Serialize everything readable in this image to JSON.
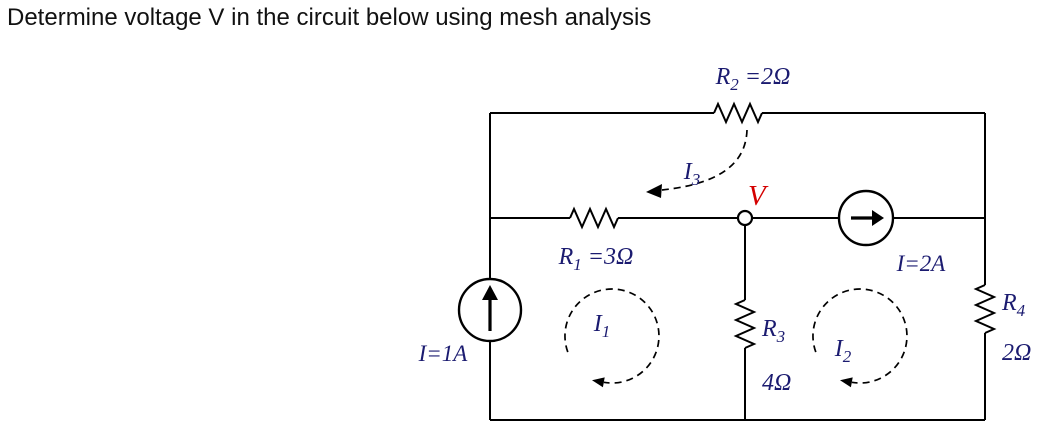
{
  "title": "Determine voltage V in the circuit below using mesh analysis",
  "colors": {
    "wire": "#000000",
    "label": "#1b1b70",
    "voltage": "#d40000"
  },
  "labels": {
    "r2": {
      "name": "R",
      "sub": "2",
      "eq": " =2Ω"
    },
    "r1": {
      "name": "R",
      "sub": "1",
      "eq": " =3Ω"
    },
    "r3": {
      "name": "R",
      "sub": "3"
    },
    "r3_value": "4Ω",
    "r4": {
      "name": "R",
      "sub": "4"
    },
    "r4_value": "2Ω",
    "i1": {
      "name": "I",
      "sub": "1"
    },
    "i2": {
      "name": "I",
      "sub": "2"
    },
    "i3": {
      "name": "I",
      "sub": "3"
    },
    "source_left": "I=1A",
    "source_right": "I=2A",
    "node_voltage": "V"
  }
}
